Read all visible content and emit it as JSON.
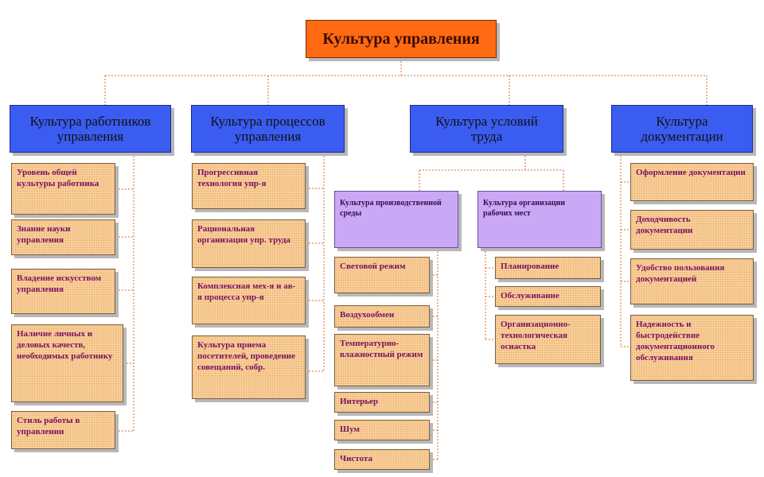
{
  "root": "Культура  управления",
  "columns": [
    {
      "title": "Культура работников управления",
      "items": [
        "Уровень общей культуры работника",
        "Знание науки управления",
        "Владение искусством управления",
        "Наличие личных и деловых качеств, необходимых работнику",
        "Стиль работы в управлении"
      ]
    },
    {
      "title": "Культура процессов управления",
      "items": [
        "Прогрессивная технология упр-я",
        "Рациональная организация упр. труда",
        "Комплексная мех-я и ав-я процесса упр-я",
        "Культура приема посетителей, проведение совещаний, собр."
      ]
    },
    {
      "title": "Культура условий труда",
      "subgroups": [
        {
          "title": "Культура производственной среды",
          "items": [
            "Световой режим",
            "Воздухообмен",
            "Температурно-влажностный режим",
            "Интерьер",
            "Шум",
            "Чистота"
          ]
        },
        {
          "title": "Культура организации рабочих мест",
          "items": [
            "Планирование",
            "Обслуживание",
            "Организационно-технологическая оснастка"
          ]
        }
      ]
    },
    {
      "title": "Культура документации",
      "items": [
        "Оформление документации",
        "Доходчивость документации",
        "Удобство пользования документацией",
        "Надежность и быстродействие документационного обслуживания"
      ]
    }
  ]
}
